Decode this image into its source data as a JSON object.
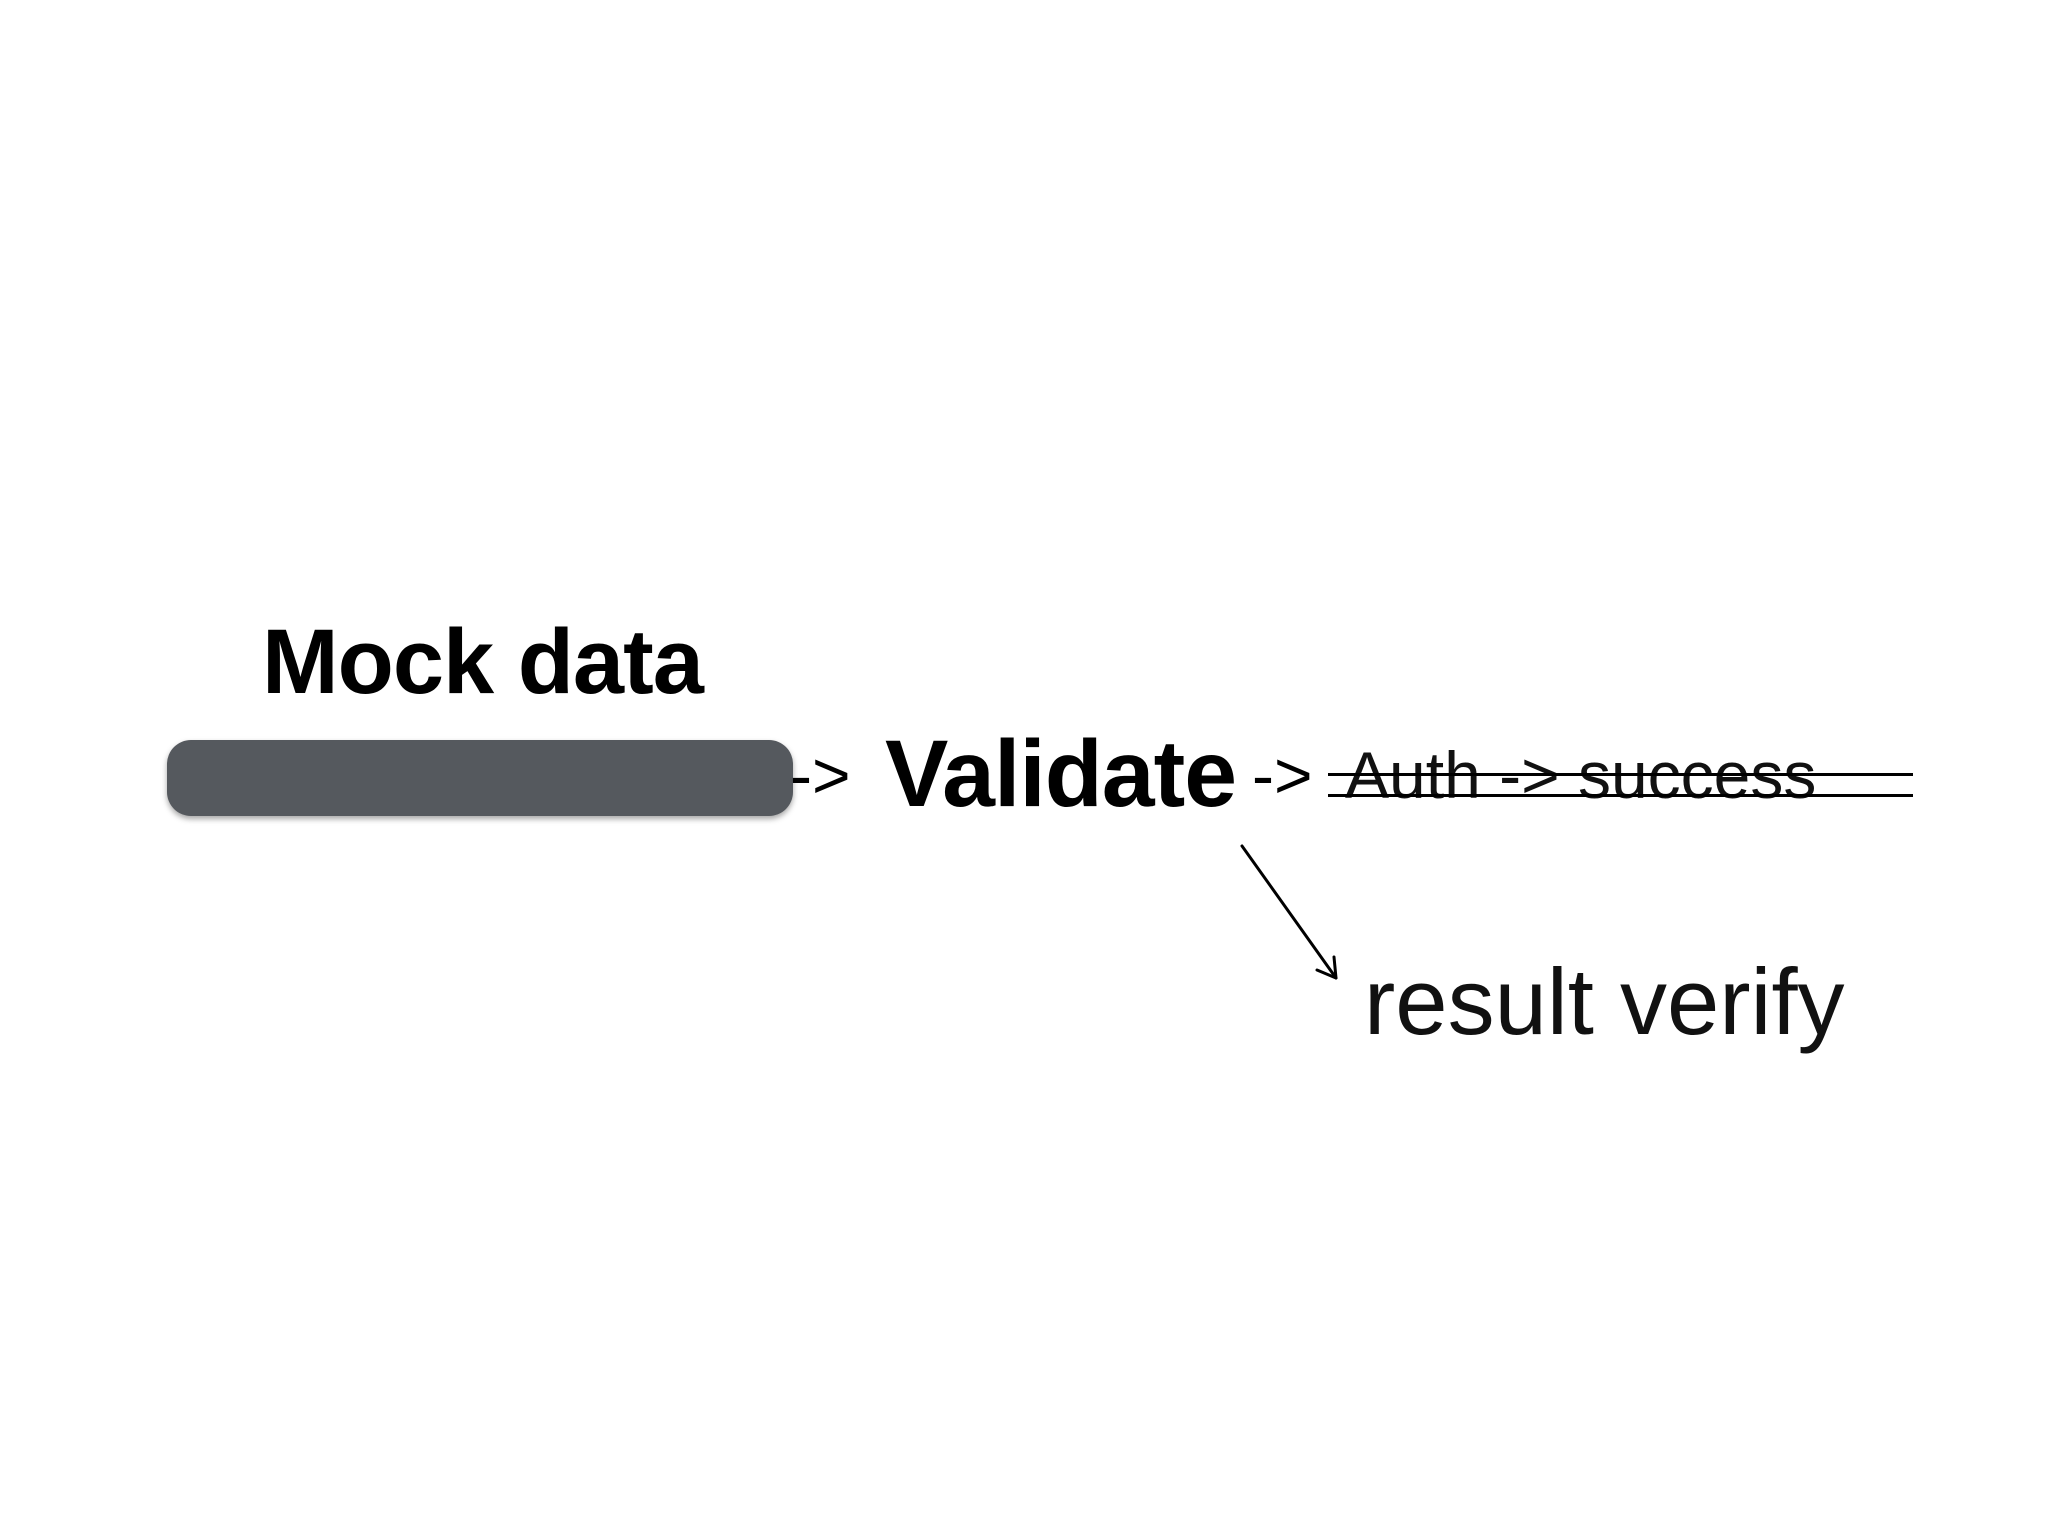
{
  "diagram": {
    "mock_label": "Mock data",
    "hidden_step": "",
    "arrow_1": "->",
    "validate_label": "Validate",
    "arrow_2": "->",
    "struck_text": "Auth -> success",
    "result_label": "result verify"
  },
  "colors": {
    "redaction": "#55595e",
    "text": "#000000",
    "background": "#ffffff"
  }
}
